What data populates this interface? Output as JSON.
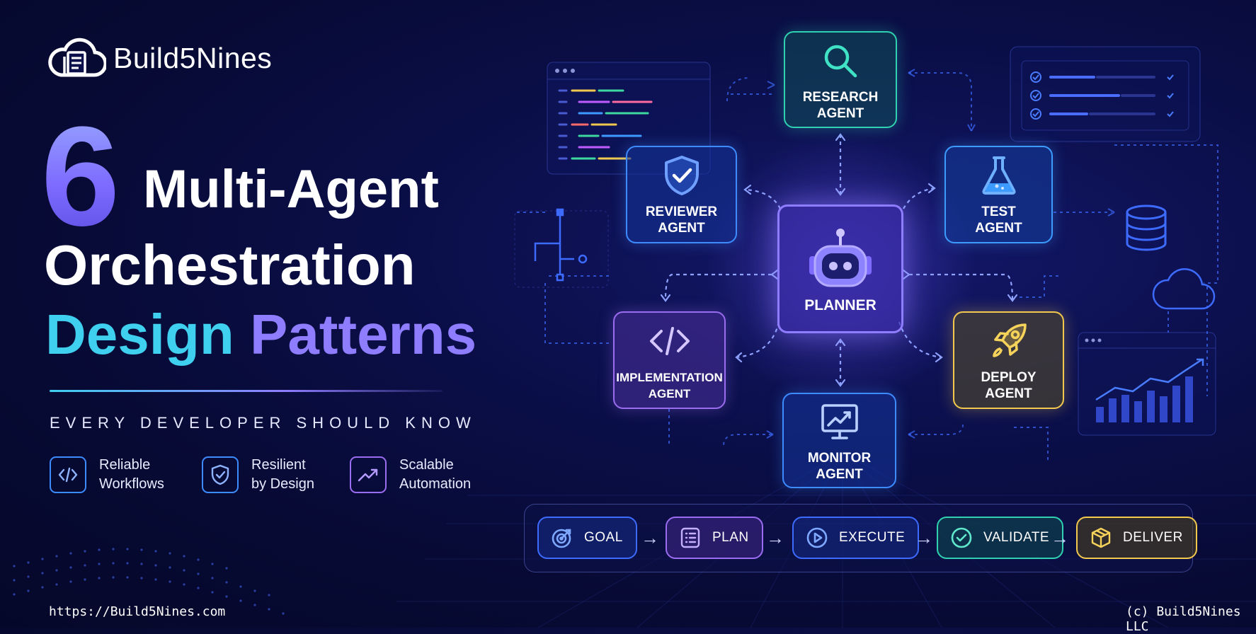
{
  "brand": {
    "name": "Build5Nines"
  },
  "title": {
    "number": "6",
    "line1": "Multi-Agent",
    "line2": "Orchestration",
    "line3_part1": "Design",
    "line3_part2": "Patterns"
  },
  "subtitle": "EVERY DEVELOPER SHOULD KNOW",
  "features": [
    {
      "line1": "Reliable",
      "line2": "Workflows",
      "icon": "code-icon"
    },
    {
      "line1": "Resilient",
      "line2": "by Design",
      "icon": "shield-icon"
    },
    {
      "line1": "Scalable",
      "line2": "Automation",
      "icon": "trend-up-icon"
    }
  ],
  "agents": {
    "research": {
      "line1": "RESEARCH",
      "line2": "AGENT",
      "icon": "magnifier-icon",
      "color": "#2fd1b0"
    },
    "reviewer": {
      "line1": "REVIEWER",
      "line2": "AGENT",
      "icon": "shield-check-icon",
      "color": "#3d8bff"
    },
    "test": {
      "line1": "TEST",
      "line2": "AGENT",
      "icon": "flask-icon",
      "color": "#3d9bff"
    },
    "planner": {
      "line1": "PLANNER",
      "icon": "robot-icon",
      "color": "#8f7dff"
    },
    "implementation": {
      "line1": "IMPLEMENTATION",
      "line2": "AGENT",
      "icon": "code-icon",
      "color": "#9a6cf0"
    },
    "deploy": {
      "line1": "DEPLOY",
      "line2": "AGENT",
      "icon": "rocket-icon",
      "color": "#f2c94c"
    },
    "monitor": {
      "line1": "MONITOR",
      "line2": "AGENT",
      "icon": "monitor-chart-icon",
      "color": "#3d8bff"
    }
  },
  "pipeline": [
    {
      "label": "GOAL",
      "icon": "target-icon",
      "color": "#3d8bff"
    },
    {
      "label": "PLAN",
      "icon": "list-icon",
      "color": "#9a6cf0"
    },
    {
      "label": "EXECUTE",
      "icon": "play-icon",
      "color": "#3d8bff"
    },
    {
      "label": "VALIDATE",
      "icon": "check-circle-icon",
      "color": "#2fd1b0"
    },
    {
      "label": "DELIVER",
      "icon": "package-icon",
      "color": "#f2c94c"
    }
  ],
  "footer": {
    "url": "https://Build5Nines.com",
    "copyright": "(c) Build5Nines LLC"
  }
}
